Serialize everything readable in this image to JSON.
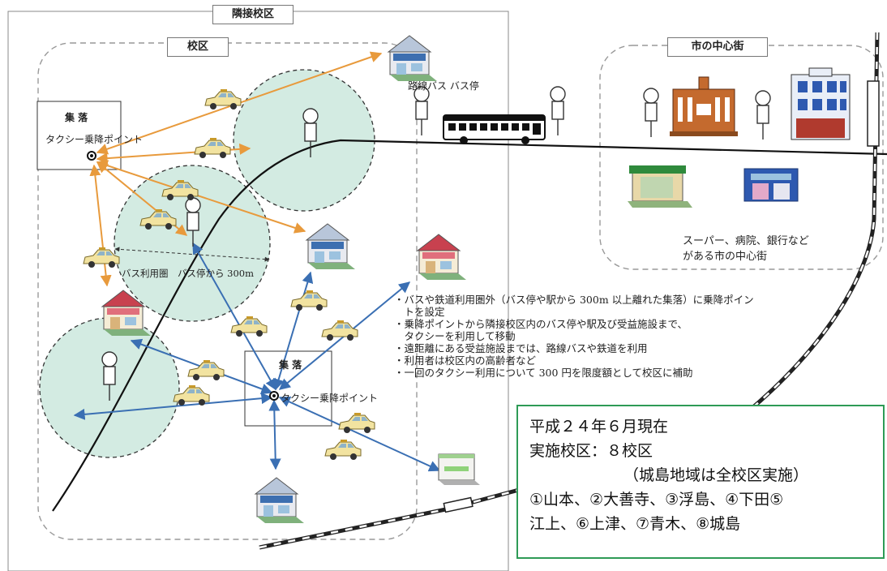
{
  "labels": {
    "neighbor_district": "隣接校区",
    "school_district": "校区",
    "city_center": "市の中心街",
    "route_bus_stop": "路線バス バス停",
    "village": "集 落",
    "taxi_point": "タクシー乗降ポイント",
    "bus_zone": "バス利用圏　バス停から 300m"
  },
  "city_info": [
    "スーパー、病院、銀行など",
    "がある市の中心街"
  ],
  "bullets": [
    "・バスや鉄道利用圏外（バス停や駅から 300m 以上離れた集落）に乗降ポイン",
    "　トを設定",
    "・乗降ポイントから隣接校区内のバス停や駅及び受益施設まで、",
    "　タクシーを利用して移動",
    "・遠距離にある受益施設までは、路線バスや鉄道を利用",
    "・利用者は校区内の高齢者など",
    "・一回のタクシー利用について 300 円を限度額として校区に補助"
  ],
  "info_box": {
    "line1": "平成２４年６月現在",
    "line2": "実施校区：８校区",
    "line3": "（城島地域は全校区実施）",
    "line4": "①山本、②大善寺、③浮島、④下田⑤",
    "line5": "江上、⑥上津、⑦青木、⑧城島"
  },
  "colors": {
    "orange_arrow": "#e89a3c",
    "blue_arrow": "#3a6fb3",
    "zone_fill": "#d3ebe2",
    "info_border": "#2e9b56"
  }
}
